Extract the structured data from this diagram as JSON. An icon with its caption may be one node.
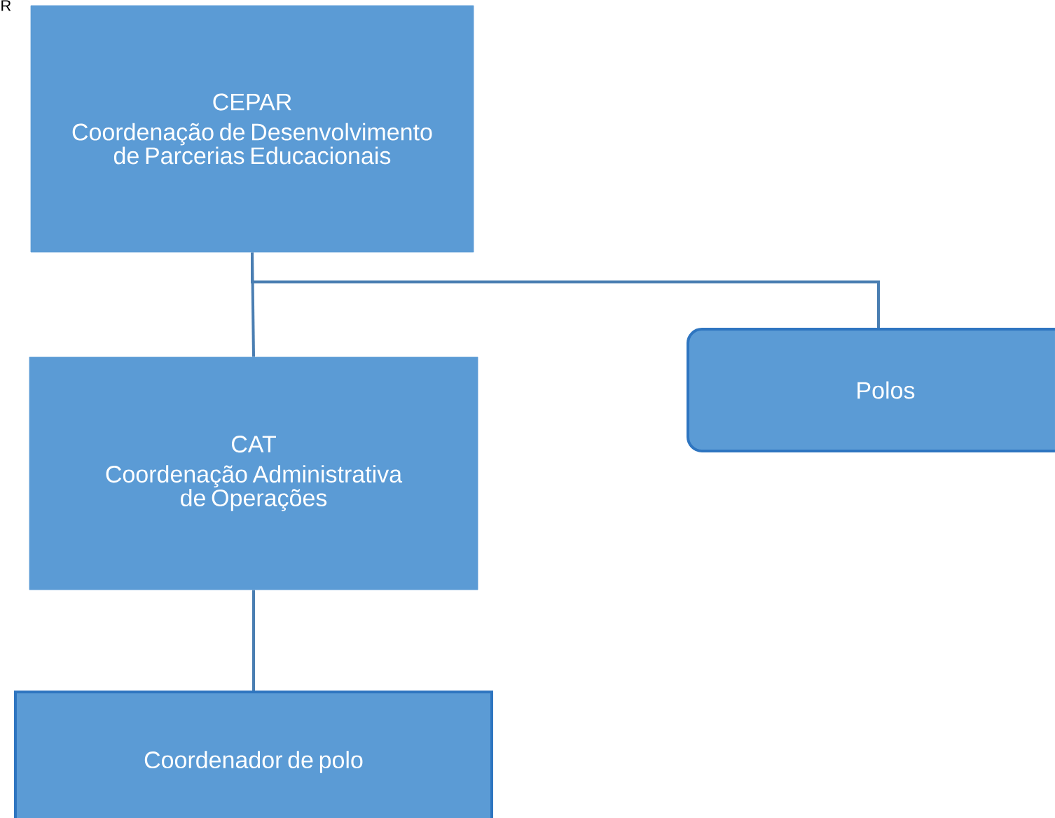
{
  "diagram": {
    "nodes": [
      {
        "text": [
          "CEPAR",
          "Coordenação de Desenvolvimento de Parcerias Educacionais"
        ]
      },
      {
        "text": [
          "CAT",
          "Coordenação Administrativa de Operações"
        ]
      },
      {
        "text": [
          "Polos"
        ]
      },
      {
        "text": [
          "Coordenador de polo"
        ]
      }
    ],
    "edges": [
      {
        "from": 0,
        "to": 1,
        "arrow": "none"
      },
      {
        "from": 0,
        "to": 2,
        "arrow": "none"
      },
      {
        "from": 1,
        "to": 3,
        "arrow": "none"
      }
    ],
    "labels": [
      "R"
    ]
  }
}
